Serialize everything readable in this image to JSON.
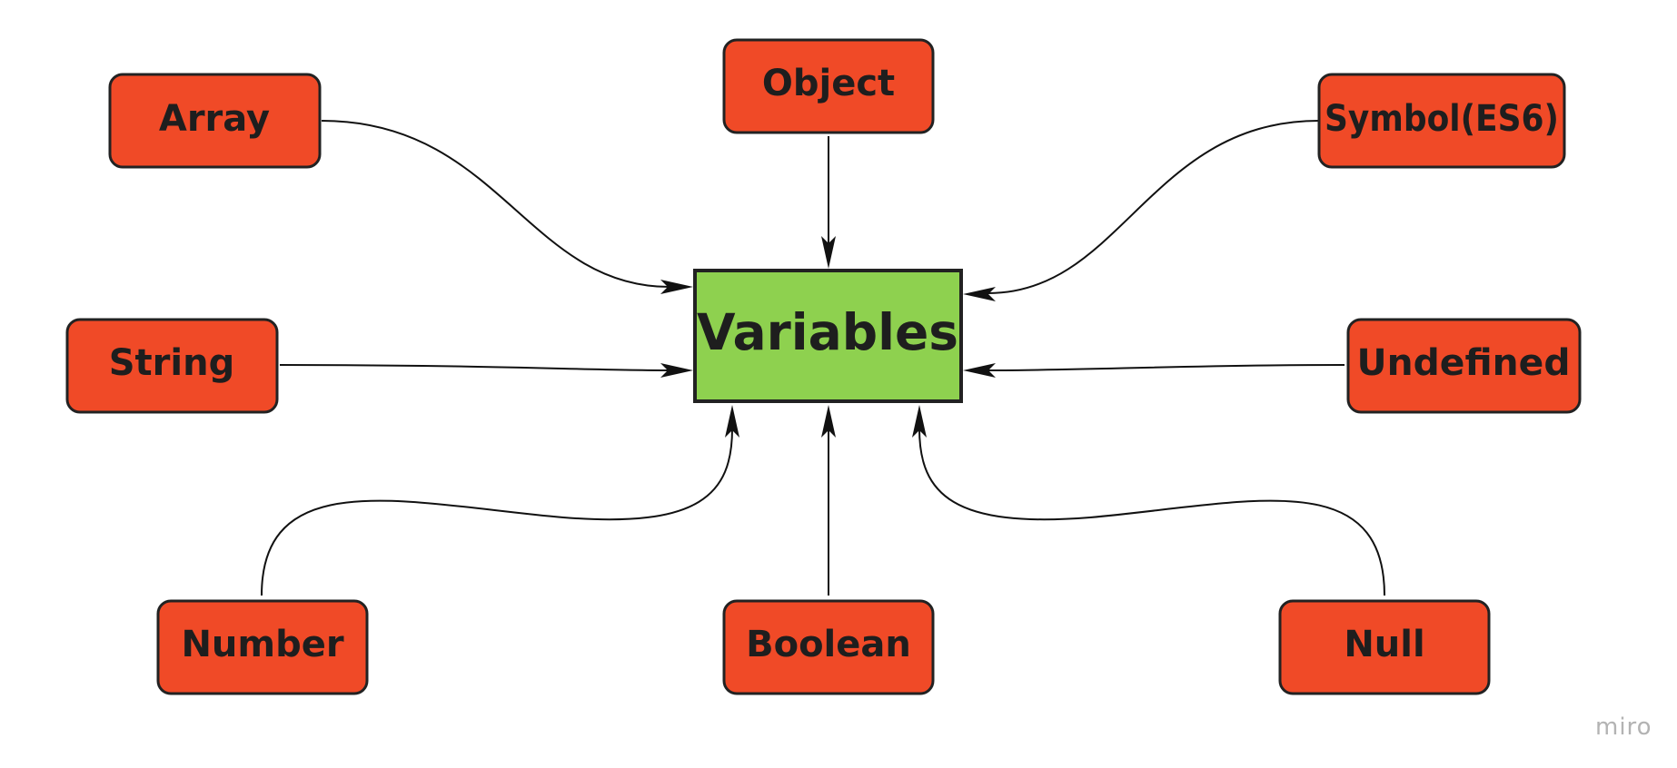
{
  "center": {
    "label": "Variables",
    "color": "#8ed14f"
  },
  "nodes": {
    "array": "Array",
    "object": "Object",
    "symbol": "Symbol(ES6)",
    "string": "String",
    "undefined": "Undefined",
    "number": "Number",
    "boolean": "Boolean",
    "null": "Null"
  },
  "node_color": "#f04a27",
  "watermark": "miro"
}
